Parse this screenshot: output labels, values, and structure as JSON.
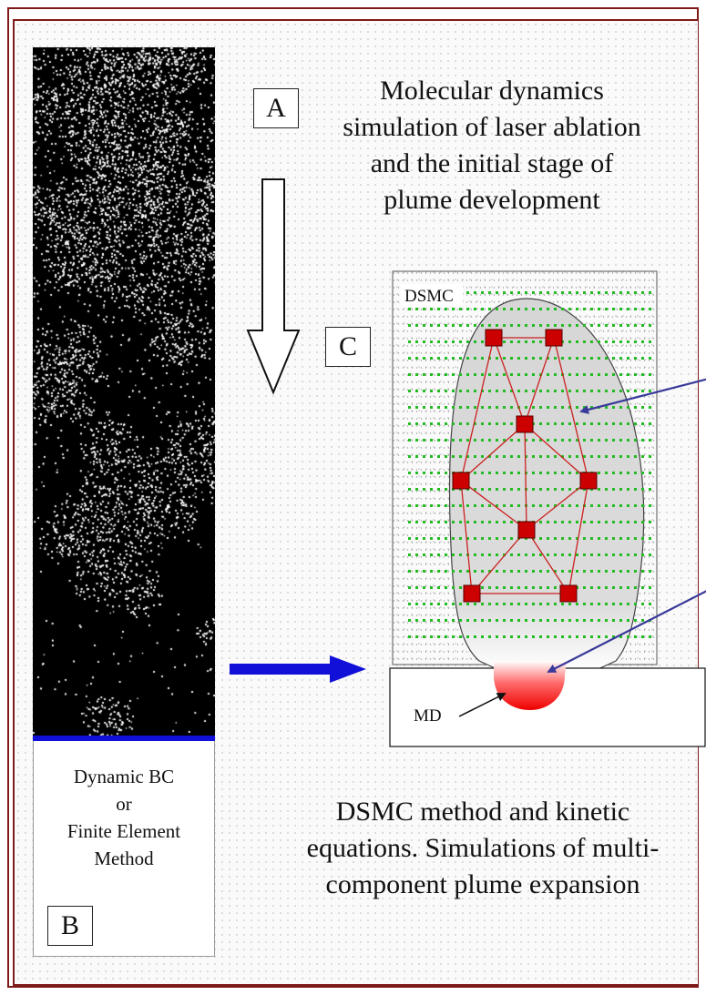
{
  "labels": {
    "A": "A",
    "B": "B",
    "C": "C",
    "dsmc_tag": "DSMC",
    "md_tag": "MD"
  },
  "captions": {
    "md_lines": [
      "Molecular dynamics",
      "simulation of laser ablation",
      "and the initial stage of",
      "plume development"
    ],
    "dsmc_lines": [
      "DSMC method and kinetic",
      "equations.  Simulations of multi-",
      "component plume expansion"
    ],
    "bc_lines": [
      "Dynamic BC",
      "or",
      "Finite Element",
      "Method"
    ]
  },
  "colors": {
    "border": "#7f1a1a",
    "blue_arrow": "#1010d8",
    "pointer_arrow": "#3a3a9a",
    "node_fill": "#cc0000",
    "grid_dot": "#22bb22",
    "plume_fill": "#d9d9d9"
  }
}
